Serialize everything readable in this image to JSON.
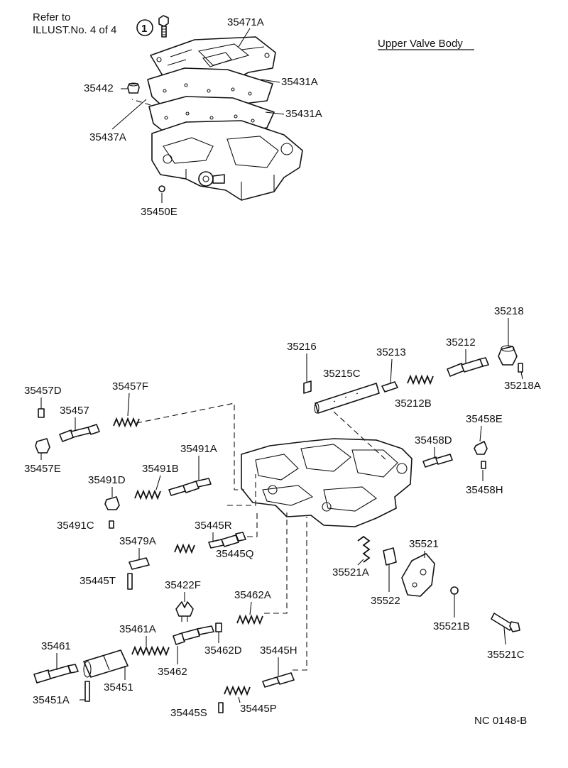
{
  "ref_note": {
    "line1": "Refer to",
    "line2": "ILLUST.No. 4 of 4",
    "circle_number": "1"
  },
  "section_title": "Upper Valve Body",
  "diagram_code": "NC  0148-B",
  "parts": {
    "p35471A": "35471A",
    "p35431A_1": "35431A",
    "p35431A_2": "35431A",
    "p35442": "35442",
    "p35437A": "35437A",
    "p35450E": "35450E",
    "p35218": "35218",
    "p35218A": "35218A",
    "p35212": "35212",
    "p35213": "35213",
    "p35216": "35216",
    "p35215C": "35215C",
    "p35212B": "35212B",
    "p35457D": "35457D",
    "p35457F": "35457F",
    "p35457": "35457",
    "p35457E": "35457E",
    "p35458E": "35458E",
    "p35458D": "35458D",
    "p35458H": "35458H",
    "p35491A": "35491A",
    "p35491B": "35491B",
    "p35491D": "35491D",
    "p35491C": "35491C",
    "p35445R": "35445R",
    "p35445Q": "35445Q",
    "p35479A": "35479A",
    "p35445T": "35445T",
    "p35422F": "35422F",
    "p35521": "35521",
    "p35521A": "35521A",
    "p35522": "35522",
    "p35521B": "35521B",
    "p35521C": "35521C",
    "p35462A": "35462A",
    "p35461A": "35461A",
    "p35461": "35461",
    "p35462": "35462",
    "p35462D": "35462D",
    "p35445H": "35445H",
    "p35451": "35451",
    "p35451A": "35451A",
    "p35445S": "35445S",
    "p35445P": "35445P"
  }
}
